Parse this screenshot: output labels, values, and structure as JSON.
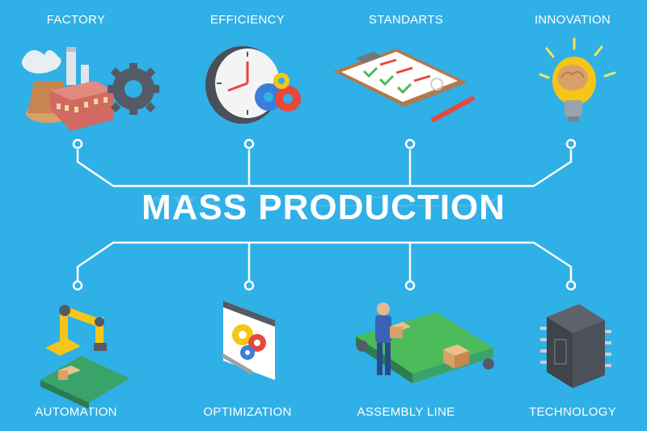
{
  "title": "MASS PRODUCTION",
  "nodes": {
    "factory": "FACTORY",
    "efficiency": "EFFICIENCY",
    "standards": "STANDARTS",
    "innovation": "INNOVATION",
    "automation": "AUTOMATION",
    "optimization": "OPTIMIZATION",
    "assembly_line": "ASSEMBLY LINE",
    "technology": "TECHNOLOGY"
  },
  "icons": {
    "factory": "factory-icon",
    "efficiency": "clock-gears-icon",
    "standards": "clipboard-checklist-icon",
    "innovation": "lightbulb-brain-icon",
    "automation": "robot-arm-conveyor-icon",
    "optimization": "browser-gears-icon",
    "assembly_line": "worker-conveyor-icon",
    "technology": "microchip-icon"
  },
  "colors": {
    "background": "#2fb0e6",
    "line": "#ffffff",
    "gear": "#555b66",
    "accent_red": "#e8473c",
    "accent_green": "#4cbb5a",
    "accent_yellow": "#f5c518"
  }
}
